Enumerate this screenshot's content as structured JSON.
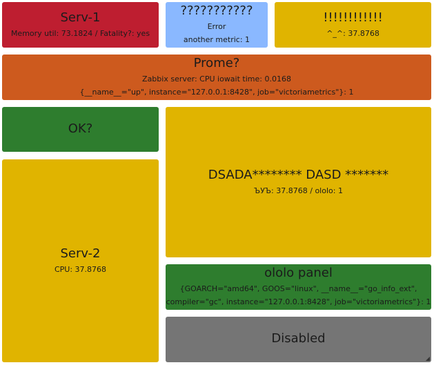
{
  "colors": {
    "red": "#be1e30",
    "blue": "#8ab8ff",
    "yellow": "#e0b400",
    "orange": "#cd5a1e",
    "green": "#2e7d2e",
    "gray": "#757575"
  },
  "panels": [
    {
      "id": "serv-1",
      "color": "red",
      "title": "Serv-1",
      "lines": [
        "Memory util: 73.1824 / Fatality?: yes"
      ]
    },
    {
      "id": "question",
      "color": "blue",
      "title": "???????????",
      "lines": [
        "Error",
        "another metric: 1"
      ]
    },
    {
      "id": "exclaim",
      "color": "yellow",
      "title": "!!!!!!!!!!!!",
      "lines": [
        "^_^: 37.8768"
      ]
    },
    {
      "id": "prome",
      "color": "orange",
      "title": "Prome?",
      "lines": [
        "Zabbix server: CPU iowait time: 0.0168",
        "{__name__=\"up\", instance=\"127.0.0.1:8428\", job=\"victoriametrics\"}: 1"
      ]
    },
    {
      "id": "ok",
      "color": "green",
      "title": "OK?",
      "lines": []
    },
    {
      "id": "serv-2",
      "color": "yellow",
      "title": "Serv-2",
      "lines": [
        "CPU: 37.8768"
      ]
    },
    {
      "id": "dsada",
      "color": "yellow",
      "title": "DSADA******** DASD *******",
      "lines": [
        "ЪУЪ: 37.8768 / ololo: 1"
      ]
    },
    {
      "id": "ololo",
      "color": "green",
      "title": "ololo panel",
      "lines": [
        "{GOARCH=\"amd64\", GOOS=\"linux\", __name__=\"go_info_ext\",",
        "compiler=\"gc\", instance=\"127.0.0.1:8428\", job=\"victoriametrics\"}: 1"
      ]
    },
    {
      "id": "disabled",
      "color": "gray",
      "title": "Disabled",
      "lines": []
    }
  ]
}
